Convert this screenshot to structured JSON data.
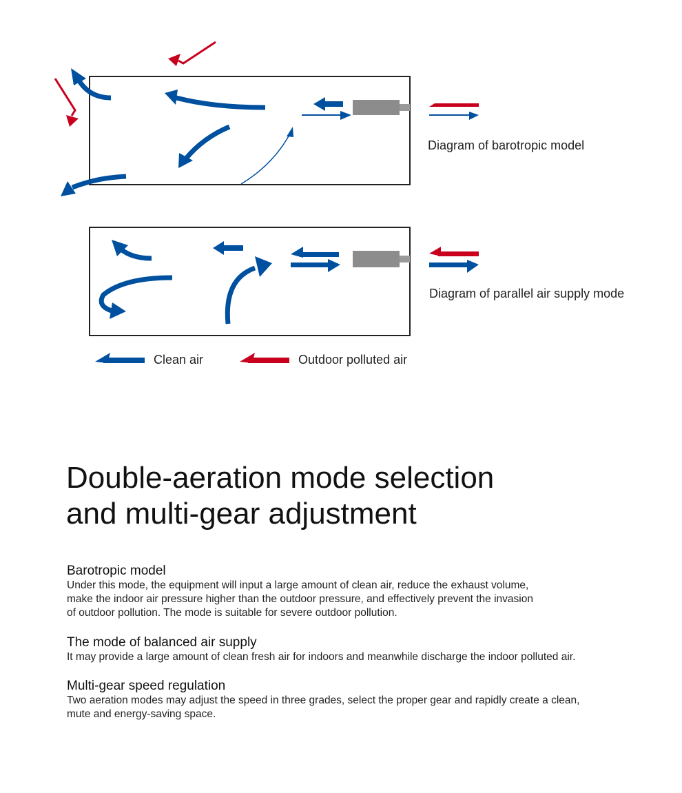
{
  "colors": {
    "clean_air": "#0050a0",
    "polluted_air": "#c8001e",
    "device": "#8c8c8c"
  },
  "diagrams": {
    "barotropic_caption": "Diagram of barotropic model",
    "parallel_caption": "Diagram of parallel air supply mode"
  },
  "legend": {
    "clean": "Clean air",
    "polluted": "Outdoor polluted air"
  },
  "title": {
    "line1": "Double-aeration mode selection",
    "line2": "and multi-gear adjustment"
  },
  "sections": [
    {
      "heading": "Barotropic model",
      "body": "Under this mode, the equipment will input a large amount of clean air, reduce the exhaust volume,\nmake the indoor air pressure higher than the outdoor pressure, and effectively prevent the invasion\n of outdoor pollution. The mode is suitable for severe outdoor pollution."
    },
    {
      "heading": "The mode of balanced air supply",
      "body": "It may provide a large amount of clean fresh air for indoors and meanwhile discharge the indoor polluted air."
    },
    {
      "heading": "Multi-gear speed regulation",
      "body": "Two aeration modes may adjust the speed in three grades, select the proper gear and rapidly create a clean,\nmute and energy-saving space."
    }
  ]
}
